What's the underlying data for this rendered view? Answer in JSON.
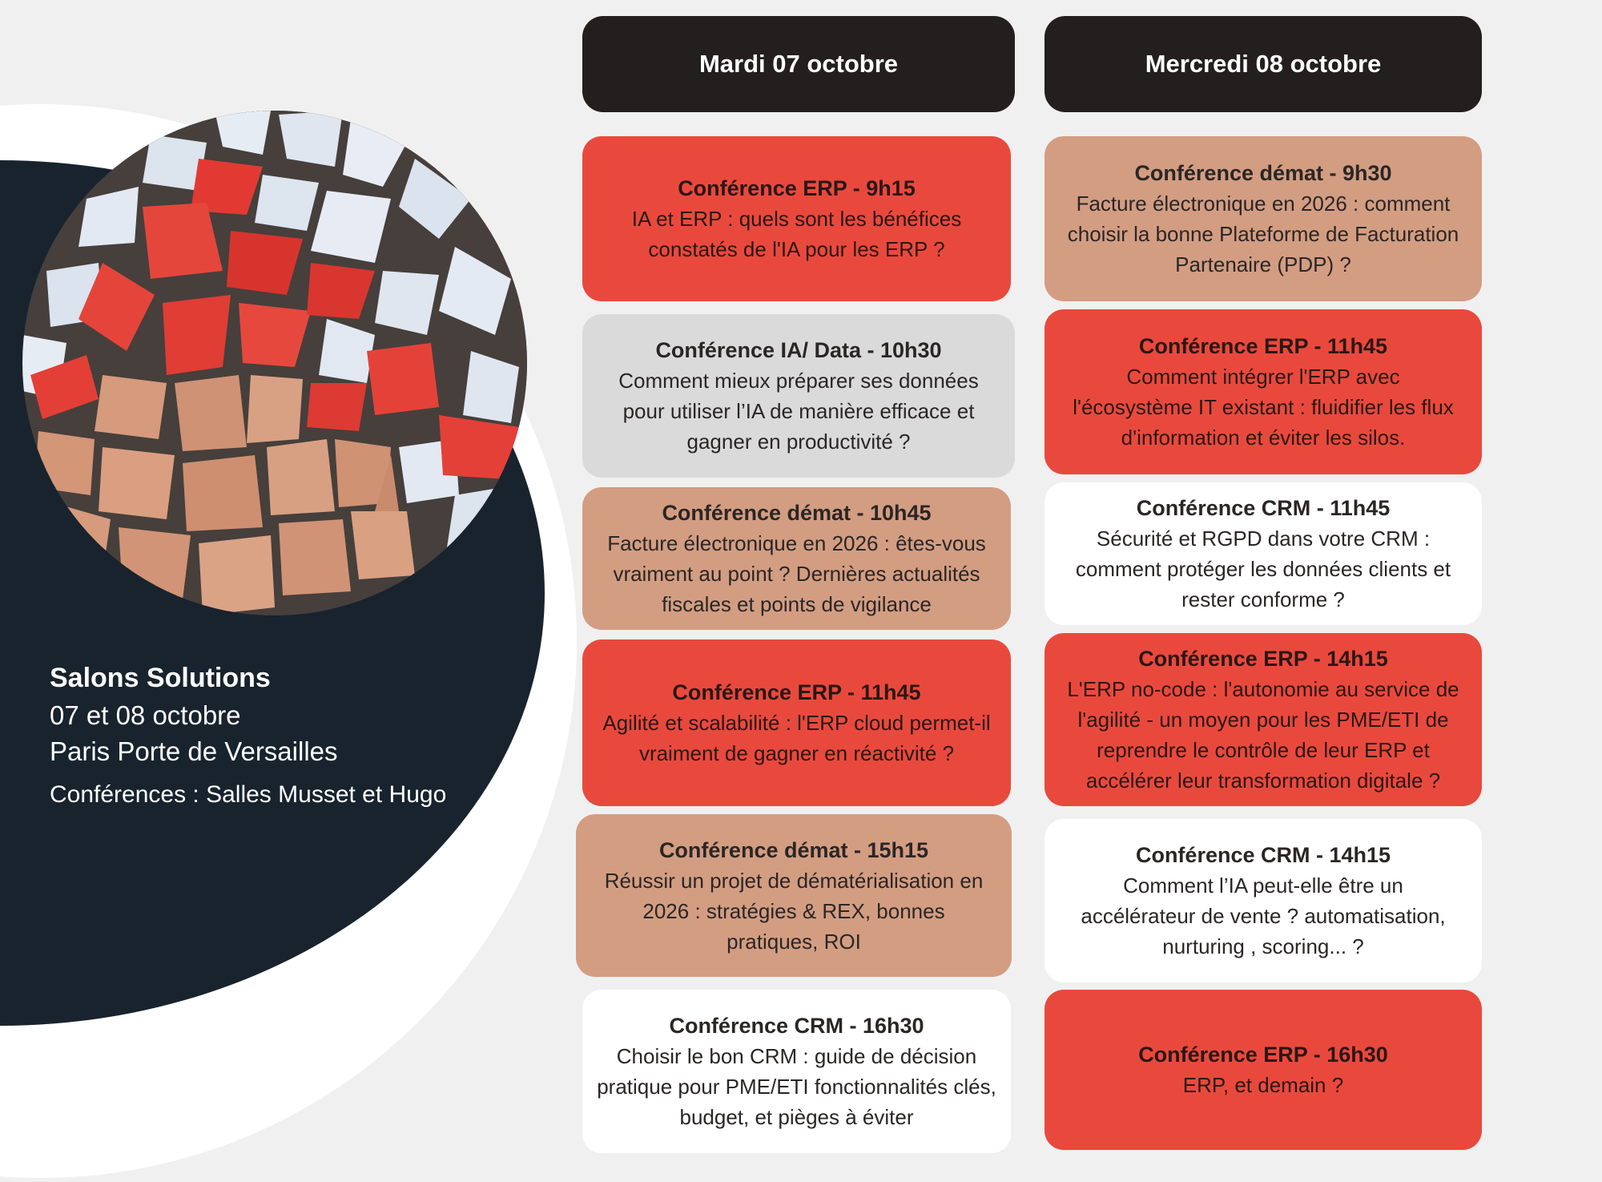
{
  "event": {
    "name": "Salons Solutions",
    "dates": "07 et 08 octobre",
    "location": "Paris Porte de Versailles",
    "rooms": "Conférences : Salles Musset et Hugo"
  },
  "days": [
    {
      "label": "Mardi 07 octobre",
      "sessions": [
        {
          "title": "Conférence ERP - 9h15",
          "description": "IA et ERP : quels sont les bénéfices constatés de l'IA pour les ERP ?",
          "color": "#e9493d"
        },
        {
          "title": "Conférence IA/ Data - 10h30",
          "description": "Comment mieux préparer ses données pour utiliser l’IA de manière efficace et gagner en productivité ?",
          "color": "#dadadb"
        },
        {
          "title": "Conférence démat - 10h45",
          "description": "Facture électronique en 2026 : êtes-vous vraiment au point ? Dernières actualités fiscales et points de vigilance",
          "color": "#d39d82"
        },
        {
          "title": "Conférence ERP - 11h45",
          "description": "Agilité et scalabilité : l'ERP cloud permet-il vraiment de gagner en réactivité ?",
          "color": "#e9493d"
        },
        {
          "title": "Conférence démat - 15h15",
          "description": "Réussir un projet de dématérialisation en 2026 : stratégies & REX, bonnes pratiques, ROI",
          "color": "#d39d82"
        },
        {
          "title": "Conférence CRM - 16h30",
          "description": "Choisir le bon CRM : guide de décision pratique pour PME/ETI fonctionnalités clés, budget, et pièges à éviter",
          "color": "#ffffff"
        }
      ]
    },
    {
      "label": "Mercredi 08 octobre",
      "sessions": [
        {
          "title": "Conférence démat - 9h30",
          "description": "Facture électronique en 2026 : comment choisir la bonne Plateforme de Facturation Partenaire (PDP) ?",
          "color": "#d39d82"
        },
        {
          "title": "Conférence ERP - 11h45",
          "description": "Comment intégrer l'ERP avec l'écosystème IT existant : fluidifier les flux d'information et éviter les silos.",
          "color": "#e9493d"
        },
        {
          "title": "Conférence CRM - 11h45",
          "description": "Sécurité et RGPD dans votre CRM : comment protéger les données clients et rester conforme ?",
          "color": "#ffffff"
        },
        {
          "title": "Conférence ERP - 14h15",
          "description": "L'ERP no-code : l'autonomie au service de l'agilité - un moyen pour les PME/ETI de reprendre le contrôle de leur ERP et accélérer leur transformation digitale ?",
          "color": "#e9493d"
        },
        {
          "title": "Conférence CRM - 14h15",
          "description": "Comment l’IA peut-elle être un accélérateur de vente ? automatisation, nurturing , scoring... ?",
          "color": "#ffffff"
        },
        {
          "title": "Conférence ERP - 16h30",
          "description": "ERP, et demain ?",
          "color": "#e9493d"
        }
      ]
    }
  ]
}
